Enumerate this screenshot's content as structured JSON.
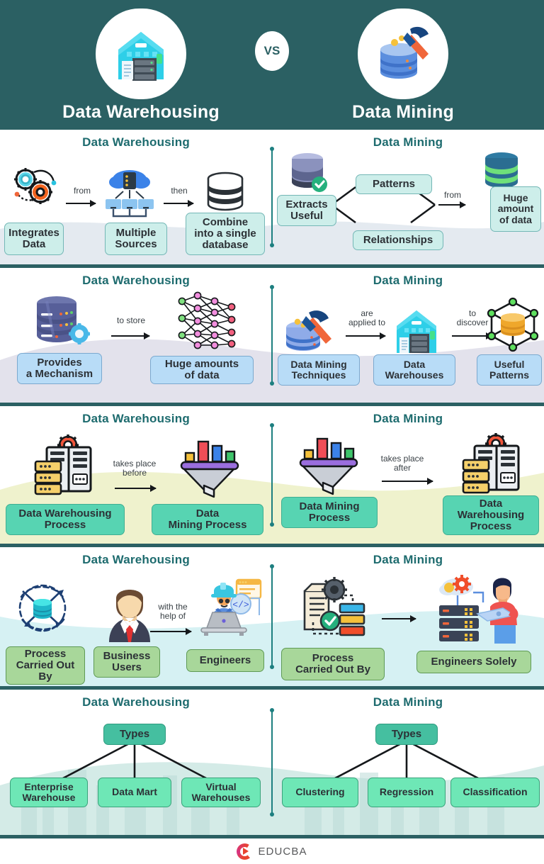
{
  "header": {
    "left_title": "Data Warehousing",
    "right_title": "Data Mining",
    "vs_label": "VS",
    "bg_color": "#2b6063",
    "left_icon": "warehouse-building-icon",
    "right_icon": "database-hammer-icon"
  },
  "labels": {
    "dw": "Data Warehousing",
    "dm": "Data Mining"
  },
  "rows": [
    {
      "id": "row-integration",
      "wave_color": "#e4eaf0",
      "box_style": "mint",
      "left": {
        "title": "Data Warehousing",
        "boxes": [
          "Integrates\nData",
          "Multiple\nSources",
          "Combine\ninto a single\ndatabase"
        ],
        "connectors": [
          "from",
          "then"
        ],
        "icons": [
          "gears-icon",
          "cloud-sources-icon",
          "database-stack-icon"
        ]
      },
      "right": {
        "title": "Data Mining",
        "boxes": [
          "Extracts\nUseful",
          "Patterns",
          "Relationships",
          "Huge\namount\nof data"
        ],
        "connectors": [
          "from"
        ],
        "icons": [
          "database-check-icon",
          "database-green-icon"
        ]
      }
    },
    {
      "id": "row-mechanism",
      "wave_color": "#e3e2ec",
      "box_style": "blue",
      "left": {
        "title": "Data Warehousing",
        "boxes": [
          "Provides\na Mechanism",
          "Huge amounts\nof data"
        ],
        "connectors": [
          "to store"
        ],
        "icons": [
          "database-gear-icon",
          "neural-network-icon"
        ]
      },
      "right": {
        "title": "Data Mining",
        "boxes": [
          "Data Mining\nTechniques",
          "Data\nWarehouses",
          "Useful\nPatterns"
        ],
        "connectors": [
          "are\napplied to",
          "to\ndiscover"
        ],
        "icons": [
          "database-hammer-icon",
          "warehouse-building-icon",
          "hex-network-database-icon"
        ]
      }
    },
    {
      "id": "row-process-order",
      "wave_color": "#eff2cd",
      "box_style": "teal",
      "left": {
        "title": "Data Warehousing",
        "boxes": [
          "Data Warehousing\nProcess",
          "Data\nMining Process"
        ],
        "connectors": [
          "takes place\nbefore"
        ],
        "icons": [
          "server-rack-gear-icon",
          "data-funnel-icon"
        ]
      },
      "right": {
        "title": "Data Mining",
        "boxes": [
          "Data Mining\nProcess",
          "Data\nWarehousing\nProcess"
        ],
        "connectors": [
          "takes place\nafter"
        ],
        "icons": [
          "data-funnel-icon",
          "server-rack-gear-icon"
        ]
      }
    },
    {
      "id": "row-carried-out-by",
      "wave_color": "#d6f1f3",
      "box_style": "green",
      "left": {
        "title": "Data Warehousing",
        "boxes": [
          "Process\nCarried Out\nBy",
          "Business\nUsers",
          "Engineers"
        ],
        "connectors": [
          "with the\nhelp of"
        ],
        "icons": [
          "database-orbit-icon",
          "businessman-icon",
          "engineer-laptop-icon"
        ]
      },
      "right": {
        "title": "Data Mining",
        "boxes": [
          "Process\nCarried Out By",
          "Engineers Solely"
        ],
        "connectors": [
          ""
        ],
        "icons": [
          "document-process-icon",
          "engineer-server-icon"
        ]
      }
    },
    {
      "id": "row-types",
      "wave_color": "#cfe9e4",
      "box_style": "teal2",
      "left": {
        "title": "Data Warehousing",
        "root": "Types",
        "boxes": [
          "Enterprise\nWarehouse",
          "Data Mart",
          "Virtual\nWarehouses"
        ]
      },
      "right": {
        "title": "Data Mining",
        "root": "Types",
        "boxes": [
          "Clustering",
          "Regression",
          "Classification"
        ]
      }
    }
  ],
  "footer": {
    "brand": "EDUCBA",
    "logo_icon": "educba-play-logo-icon"
  }
}
